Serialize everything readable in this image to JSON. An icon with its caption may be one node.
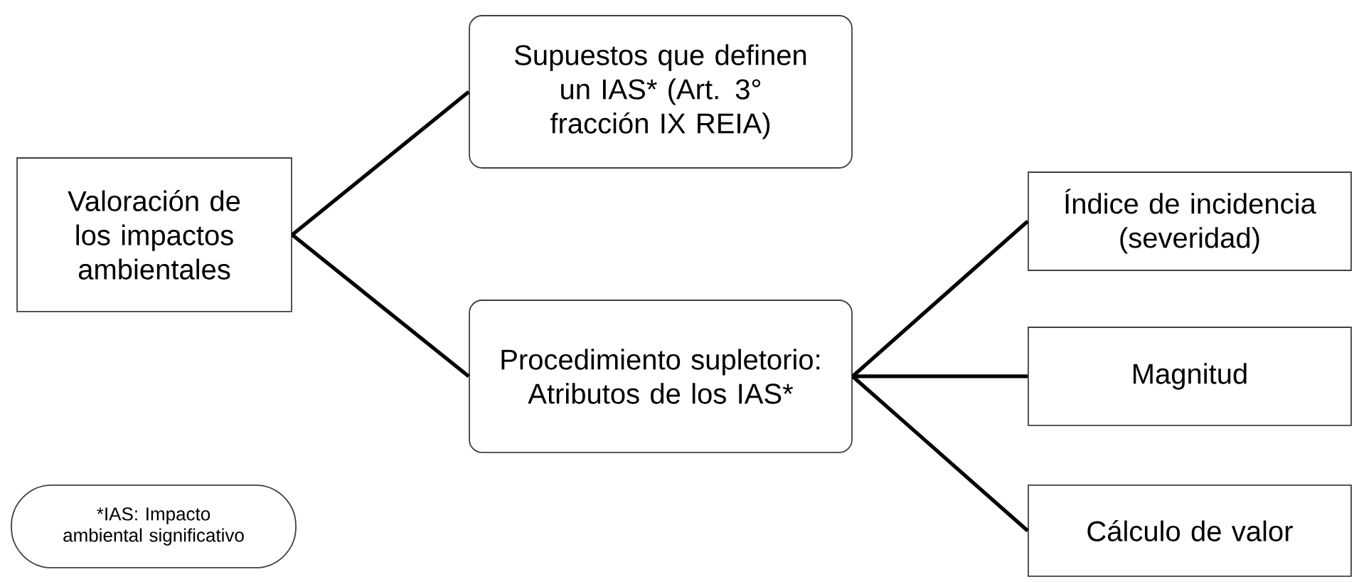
{
  "diagram": {
    "nodes": [
      {
        "text": [
          "Valoración de los impactos ambientales"
        ]
      },
      {
        "text": [
          "Supuestos que definen un IAS* (Art. 3° fracción IX REIA)"
        ]
      },
      {
        "text": [
          "Procedimiento supletorio: Atributos de los IAS*"
        ]
      },
      {
        "text": [
          "Índice de incidencia (severidad)"
        ]
      },
      {
        "text": [
          "Magnitud"
        ]
      },
      {
        "text": [
          "Cálculo de valor"
        ]
      },
      {
        "text": [
          "*IAS: Impacto ambiental significativo"
        ]
      }
    ],
    "edges": [
      {
        "from": 0,
        "to": 1,
        "arrow": "none"
      },
      {
        "from": 0,
        "to": 2,
        "arrow": "none"
      },
      {
        "from": 2,
        "to": 3,
        "arrow": "none"
      },
      {
        "from": 2,
        "to": 4,
        "arrow": "none"
      },
      {
        "from": 2,
        "to": 5,
        "arrow": "none"
      }
    ]
  }
}
